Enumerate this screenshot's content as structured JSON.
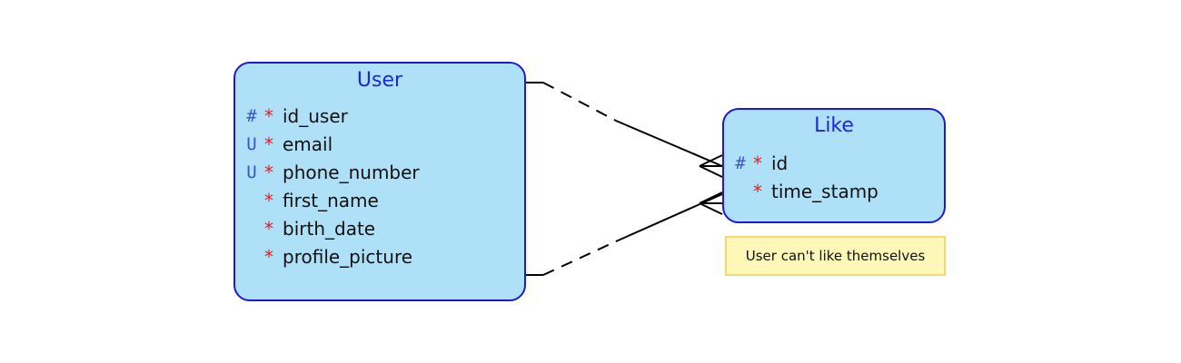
{
  "diagram": {
    "entities": [
      {
        "id": "user",
        "title": "User",
        "attributes": [
          {
            "key": "#",
            "required": "*",
            "name": "id_user"
          },
          {
            "key": "U",
            "required": "*",
            "name": "email"
          },
          {
            "key": "U",
            "required": "*",
            "name": "phone_number"
          },
          {
            "key": "",
            "required": "*",
            "name": "first_name"
          },
          {
            "key": "",
            "required": "*",
            "name": "birth_date"
          },
          {
            "key": "",
            "required": "*",
            "name": "profile_picture"
          }
        ]
      },
      {
        "id": "like",
        "title": "Like",
        "attributes": [
          {
            "key": "#",
            "required": "*",
            "name": "id"
          },
          {
            "key": "",
            "required": "*",
            "name": "time_stamp"
          }
        ]
      }
    ],
    "note": {
      "text": "User can't like themselves"
    },
    "relationships": [
      {
        "from": "User",
        "to": "Like",
        "from_end": "optional-one",
        "to_end": "mandatory-many"
      },
      {
        "from": "User",
        "to": "Like",
        "from_end": "optional-one",
        "to_end": "mandatory-many"
      }
    ],
    "colors": {
      "entity_fill": "#aee0f8",
      "entity_border": "#1a1adb",
      "title_text": "#1a28d8",
      "key_marker": "#3a52d8",
      "required_marker": "#e0202a",
      "note_fill": "#fdf7b8",
      "note_border": "#f3d873",
      "line": "#000000"
    }
  }
}
